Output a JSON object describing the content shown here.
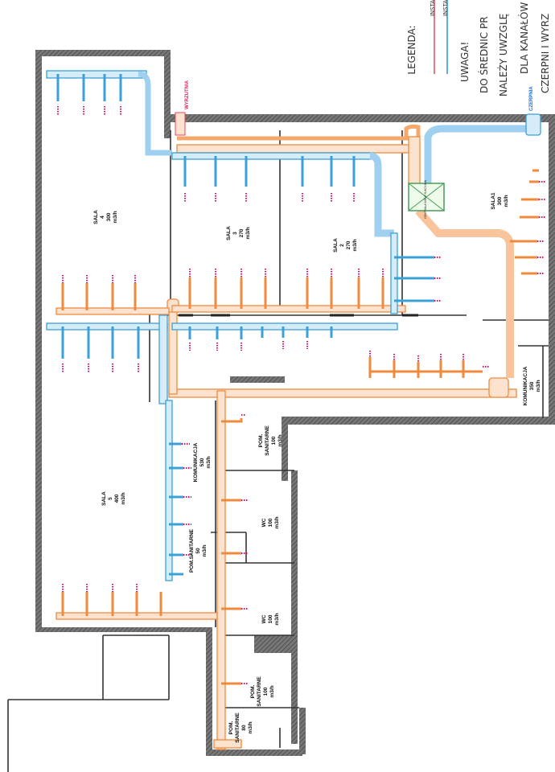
{
  "legend": {
    "title": "LEGENDA:",
    "line1": "INSTA",
    "line2": "INSTA",
    "line1_color": "#e8475a",
    "line2_color": "#2a8fd8",
    "warning": "UWAGA!",
    "note1": "DO ŚREDNIC PR",
    "note2": "NALEŻY UWZGLĘ",
    "note3": "DLA KANAŁÓW N",
    "note4": "CZERPNI I WYRZ"
  },
  "tags": {
    "exhaust": "WYRZUTNIA",
    "intake": "CZERPNIA",
    "unit": "CENTRALA WENTYLACYJNA"
  },
  "rooms": {
    "sala4": [
      "SALA",
      "4",
      "300",
      "m3/h"
    ],
    "sala3": [
      "SALA",
      "3",
      "270",
      "m3/h"
    ],
    "sala2": [
      "SALA",
      "2",
      "270",
      "m3/h"
    ],
    "sala1": [
      "SALA1",
      "300",
      "m3/h"
    ],
    "komunikacja350": [
      "KOMUNIKACJA",
      "350",
      "m3/h"
    ],
    "sala5": [
      "SALA",
      "5",
      "400",
      "m3/h"
    ],
    "komunikacja530": [
      "KOMUNIKACJA",
      "530",
      "m3/h"
    ],
    "pom_sanitarne100a": [
      "POM.",
      "SANITARNE",
      "100",
      "m3/h"
    ],
    "pom_sanitarne50": [
      "POM.SANITARNE",
      "50",
      "m3/h"
    ],
    "wc100a": [
      "WC",
      "100",
      "m3/h"
    ],
    "wc100b": [
      "WC",
      "100",
      "m3/h"
    ],
    "pom_sanitarne100b": [
      "POM.",
      "SANITARNE",
      "100",
      "m3/h"
    ],
    "pom_sanitarne80": [
      "POM.",
      "SANITARNE",
      "80",
      "m3/h"
    ]
  },
  "colors": {
    "supply": "#f08a3c",
    "supply_dark": "#e8475a",
    "exhaust": "#3aa0d8",
    "exhaust_dark": "#1a6fd8",
    "wall": "#555555",
    "diffuser": "#d4136e"
  }
}
